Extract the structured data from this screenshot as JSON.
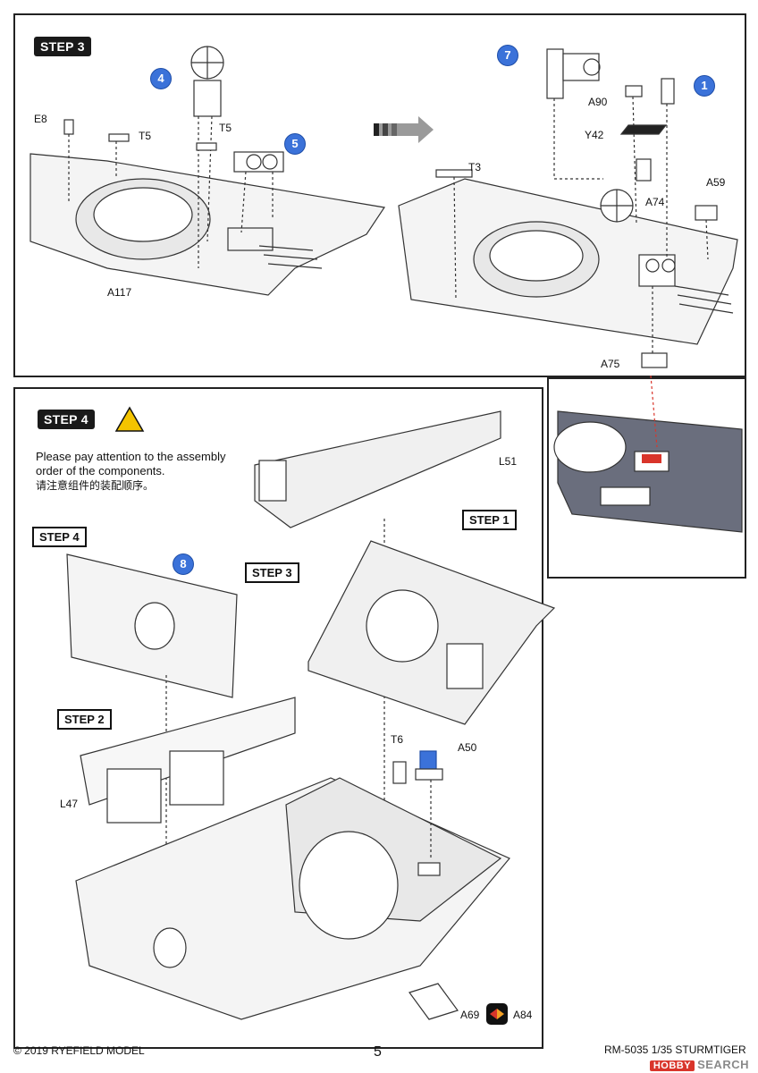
{
  "step3": {
    "tag": "STEP 3",
    "callouts": [
      "4",
      "5",
      "7",
      "1"
    ],
    "parts": {
      "e8": "E8",
      "t5a": "T5",
      "t5b": "T5",
      "a117": "A117",
      "t3": "T3",
      "a90": "A90",
      "y42": "Y42",
      "a74": "A74",
      "a59": "A59",
      "a75": "A75"
    }
  },
  "step4": {
    "tag": "STEP 4",
    "note_en_1": "Please pay attention to the assembly",
    "note_en_2": "order of the components.",
    "note_cn": "请注意组件的装配顺序。",
    "callout": "8",
    "subs": {
      "step4": "STEP 4",
      "step3": "STEP 3",
      "step1": "STEP 1",
      "step2": "STEP 2"
    },
    "parts": {
      "l51": "L51",
      "l47": "L47",
      "t6": "T6",
      "a50": "A50",
      "a69": "A69",
      "a84": "A84"
    }
  },
  "footer": {
    "copyright": "© 2019 RYEFIELD MODEL",
    "page": "5",
    "model": "RM-5035 1/35 STURMTIGER",
    "watermark_badge": "HOBBY",
    "watermark_text": "SEARCH"
  },
  "colors": {
    "highlight_blue": "#3b72d9",
    "warning_yellow": "#f4c400",
    "arrow_red": "#d9352b"
  }
}
